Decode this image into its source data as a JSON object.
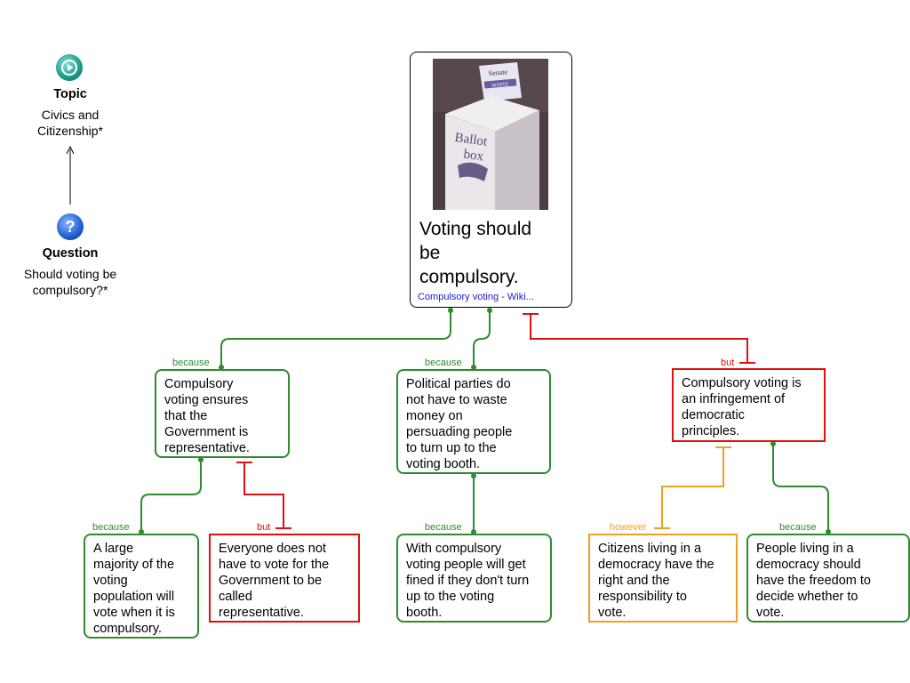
{
  "sidebar": {
    "topic": {
      "icon": "play-circle-icon",
      "title": "Topic",
      "text_line1": "Civics and",
      "text_line2": "Citizenship*"
    },
    "question": {
      "icon": "question-circle-icon",
      "title": "Question",
      "text_line1": "Should voting be",
      "text_line2": "compulsory?*"
    }
  },
  "main": {
    "lines": [
      "Voting should",
      "be",
      "compulsory."
    ],
    "link": "Compulsory voting - Wiki...",
    "image_lettering": {
      "box_text": [
        "Ballot",
        "box"
      ],
      "card_text": [
        "Senate",
        "WHITE"
      ]
    }
  },
  "relations": {
    "because": "because",
    "but": "but",
    "however": "however"
  },
  "nodes": {
    "reason1": [
      "Compulsory",
      "voting ensures",
      "that the",
      "Government is",
      "representative."
    ],
    "reason2": [
      "Political parties do",
      "not have to waste",
      "money on",
      "persuading people",
      "to turn up to the",
      "voting booth."
    ],
    "objection1": [
      "Compulsory voting is",
      "an infringement of",
      "democratic",
      "principles."
    ],
    "reason1_support": [
      "A large",
      "majority of the",
      "voting",
      "population will",
      "vote when it is",
      "compulsory."
    ],
    "reason1_objection": [
      "Everyone does not",
      "have to vote for the",
      "Government to be",
      "called",
      "representative."
    ],
    "reason2_support": [
      "With compulsory",
      "voting people will get",
      "fined if they don't turn",
      "up to the voting",
      "booth."
    ],
    "objection1_rebuttal": [
      "Citizens living in a",
      "democracy have the",
      "right and the",
      "responsibility to",
      "vote."
    ],
    "objection1_support": [
      "People living in a",
      "democracy should",
      "have the freedom to",
      "decide whether to",
      "vote."
    ]
  },
  "colors": {
    "support": "#2e8b2e",
    "oppose": "#e01010",
    "rebuttal": "#f0a020",
    "topic_icon": "#1a9a8a",
    "question_icon": "#1f5fd0"
  }
}
